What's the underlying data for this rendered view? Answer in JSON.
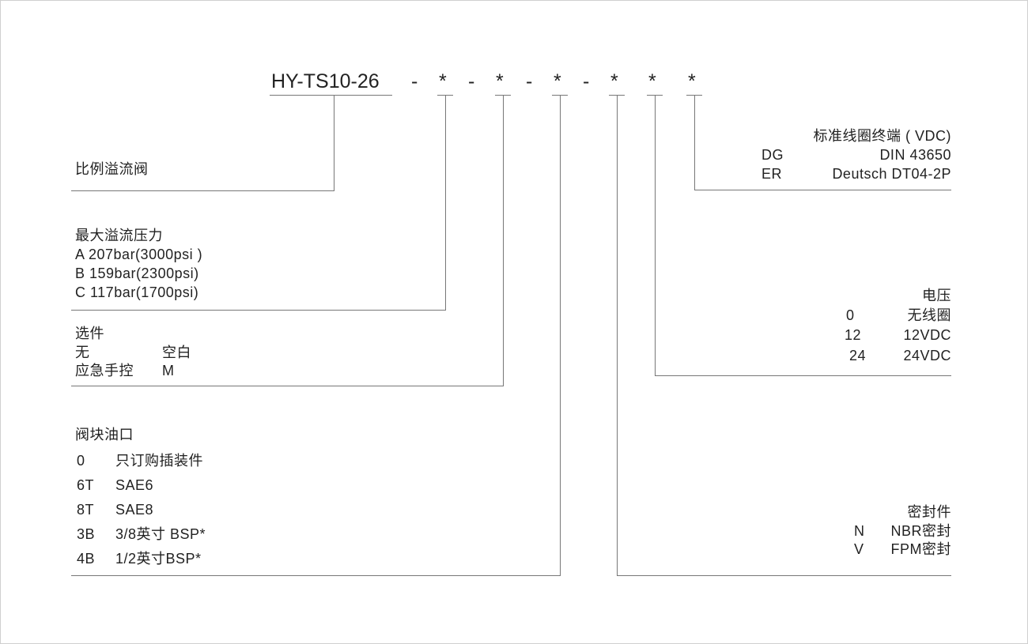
{
  "model": {
    "base": "HY-TS10-26",
    "separator": "-",
    "placeholder": "*"
  },
  "groups": {
    "valve_type": {
      "title": "比例溢流阀"
    },
    "max_pressure": {
      "title": "最大溢流压力",
      "items": [
        "A 207bar(3000psi )",
        "B 159bar(2300psi)",
        "C 117bar(1700psi)"
      ]
    },
    "options": {
      "title": "选件",
      "items": [
        {
          "code": "无",
          "value": "空白"
        },
        {
          "code": "应急手控",
          "value": "M"
        }
      ]
    },
    "ports": {
      "title": "阀块油口",
      "items": [
        {
          "code": "0",
          "value": "只订购插装件"
        },
        {
          "code": "6T",
          "value": "SAE6"
        },
        {
          "code": "8T",
          "value": "SAE8"
        },
        {
          "code": "3B",
          "value": "3/8英寸 BSP*"
        },
        {
          "code": "4B",
          "value": "1/2英寸BSP*"
        }
      ]
    },
    "coil_terminal": {
      "title": "标准线圈终端 ( VDC)",
      "items": [
        {
          "code": "DG",
          "value": "DIN 43650"
        },
        {
          "code": "ER",
          "value": "Deutsch DT04-2P"
        }
      ]
    },
    "voltage": {
      "title": "电压",
      "items": [
        {
          "code": "0",
          "value": "无线圈"
        },
        {
          "code": "12",
          "value": "12VDC"
        },
        {
          "code": "24",
          "value": "24VDC"
        }
      ]
    },
    "seals": {
      "title": "密封件",
      "items": [
        {
          "code": "N",
          "value": "NBR密封"
        },
        {
          "code": "V",
          "value": "FPM密封"
        }
      ]
    }
  }
}
